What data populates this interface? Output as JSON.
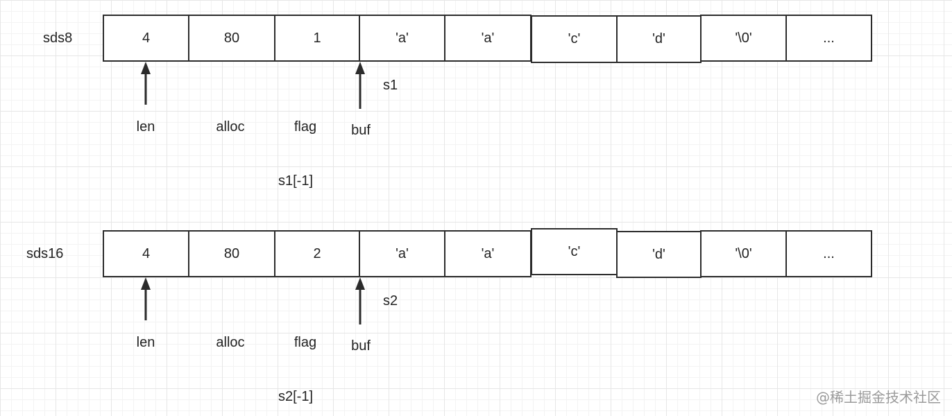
{
  "rows": [
    {
      "name": "sds8",
      "cells": [
        "4",
        "80",
        "1",
        "'a'",
        "'a'",
        "'c'",
        "'d'",
        "'\\0'",
        "..."
      ],
      "fields": [
        "len",
        "alloc",
        "flag",
        "buf"
      ],
      "pointer": "s1",
      "flag_ref": "s1[-1]"
    },
    {
      "name": "sds16",
      "cells": [
        "4",
        "80",
        "2",
        "'a'",
        "'a'",
        "'c'",
        "'d'",
        "'\\0'",
        "..."
      ],
      "fields": [
        "len",
        "alloc",
        "flag",
        "buf"
      ],
      "pointer": "s2",
      "flag_ref": "s2[-1]"
    }
  ],
  "watermark": "@稀土掘金技术社区",
  "colors": {
    "stroke": "#2b2b2b",
    "text": "#222222",
    "grid": "#e6e6e6",
    "watermark": "#9a9a9a"
  }
}
